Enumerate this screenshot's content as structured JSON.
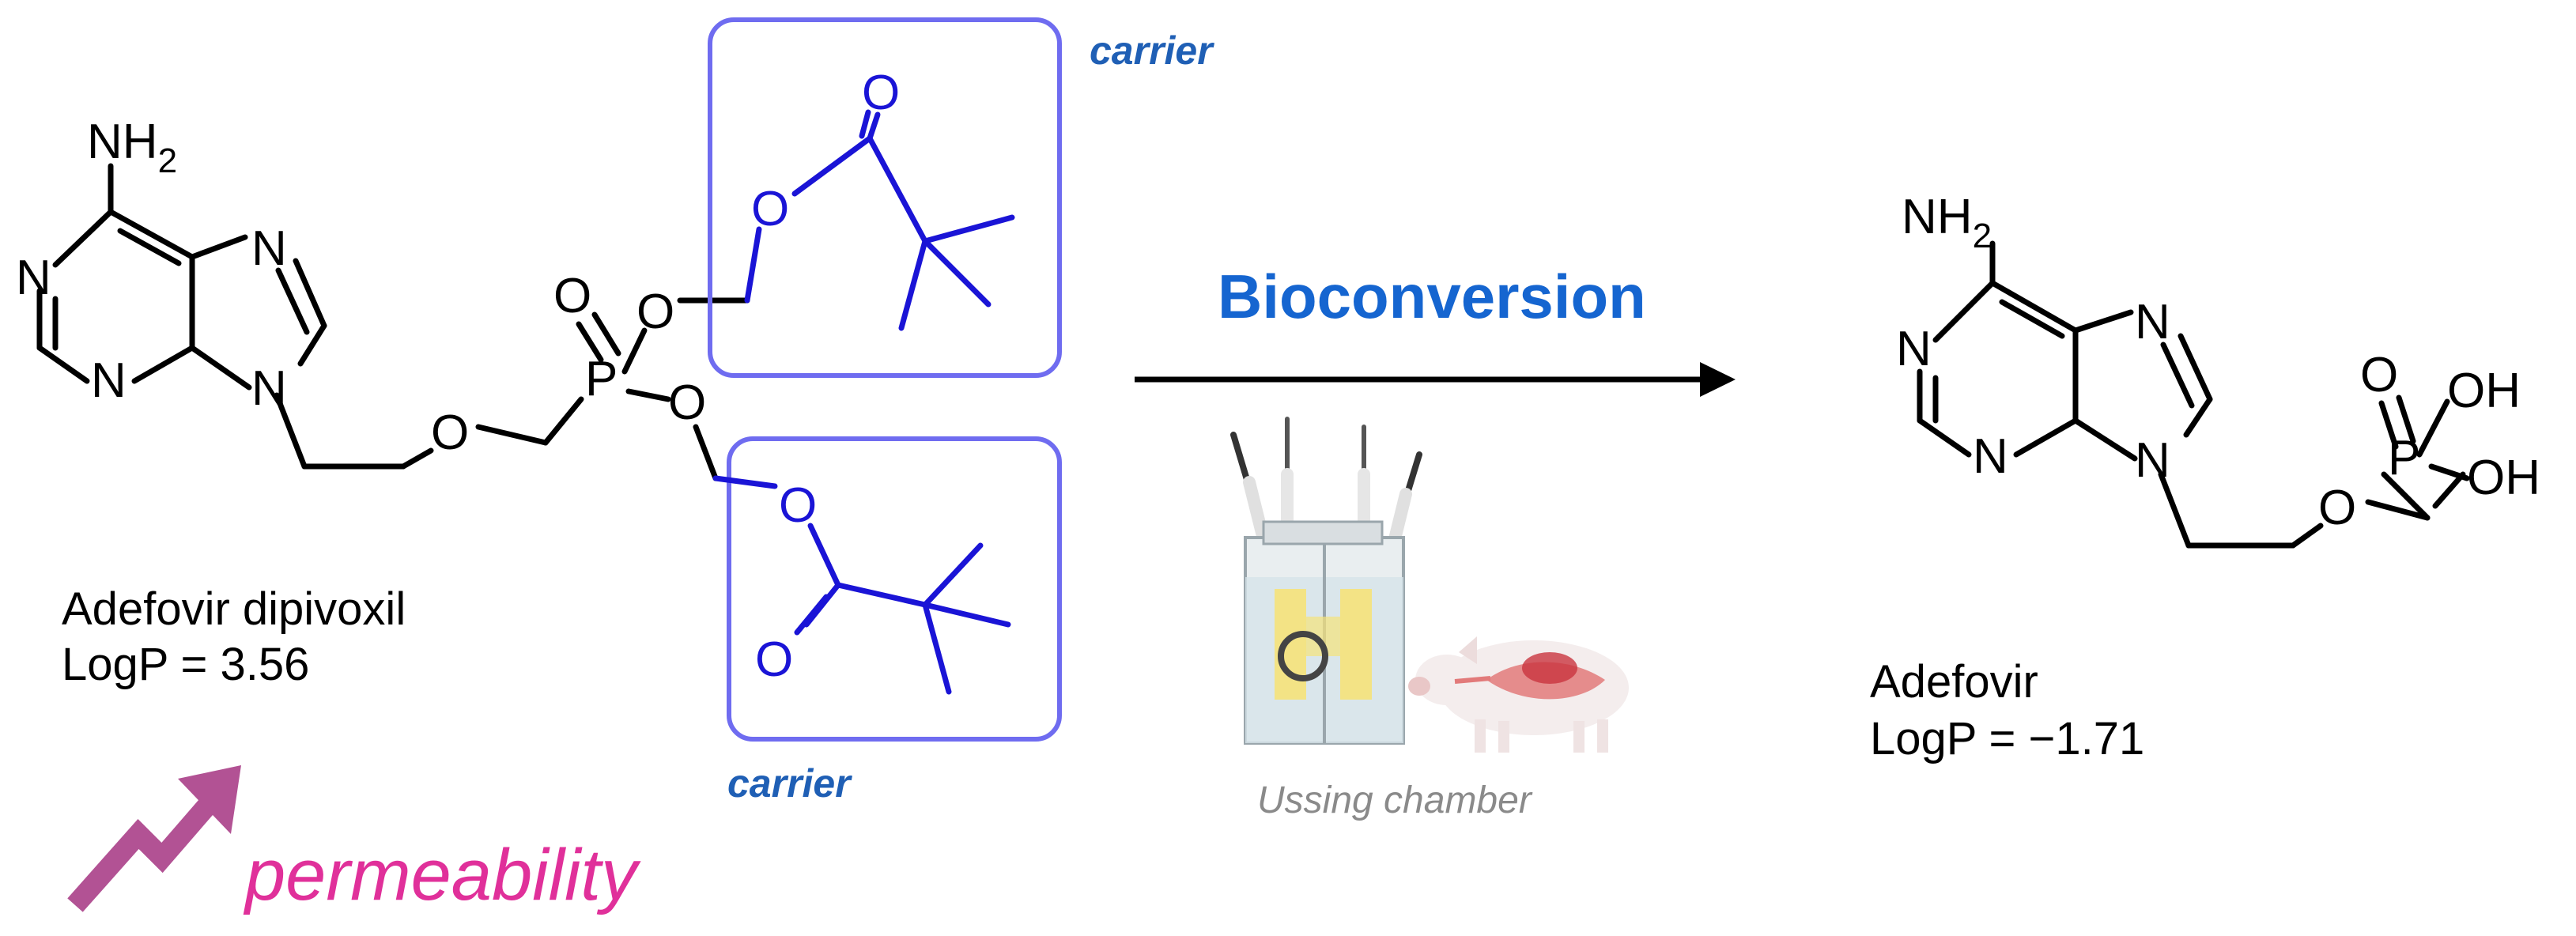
{
  "left_molecule": {
    "name": "Adefovir dipivoxil",
    "logp": "LogP = 3.56",
    "atoms": {
      "nh": "NH",
      "nh_sub": "2",
      "n": "N",
      "o": "O",
      "p": "P"
    }
  },
  "carrier_label": "carrier",
  "arrow_label": "Bioconversion",
  "chamber_caption": "Ussing chamber",
  "right_molecule": {
    "name": "Adefovir",
    "logp": "LogP = −1.71",
    "atoms": {
      "nh": "NH",
      "nh_sub": "2",
      "n": "N",
      "o": "O",
      "p": "P",
      "oh": "OH"
    }
  },
  "permeability_label": "permeability",
  "colors": {
    "carrier_bond": "#1a14d6",
    "carrier_box": "#6f6cf0",
    "carrier_text": "#1f5fb5",
    "bioconversion_text": "#1565d0",
    "permeability_text": "#e0309a",
    "permeability_arrow": "#b25294"
  },
  "icons": [
    "ussing-chamber-icon",
    "pig-icon",
    "trend-up-arrow-icon"
  ]
}
